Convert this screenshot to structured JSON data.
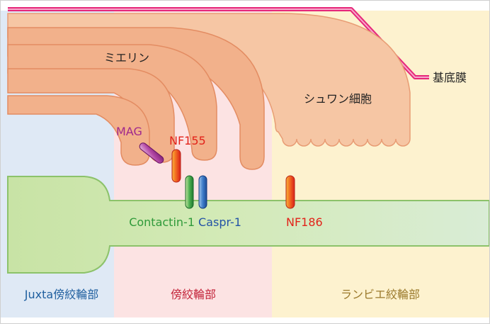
{
  "regions": {
    "juxta": {
      "label": "Juxta傍絞輪部",
      "color": "#1f5f9f"
    },
    "para": {
      "label": "傍絞輪部",
      "color": "#c3243a"
    },
    "node": {
      "label": "ランビエ絞輪部",
      "color": "#9b7a2c"
    }
  },
  "structures": {
    "myelin": "ミエリン",
    "schwann_cell": "シュワン細胞",
    "basement_membrane": "基底膜"
  },
  "proteins": {
    "mag": {
      "label": "MAG",
      "color": "#a0288c"
    },
    "nf155": {
      "label": "NF155",
      "color": "#e2231a"
    },
    "contactin": {
      "label": "Contactin-1",
      "color": "#2f9a3a"
    },
    "caspr": {
      "label": "Caspr-1",
      "color": "#2353a6"
    },
    "nf186": {
      "label": "NF186",
      "color": "#e2231a"
    }
  }
}
